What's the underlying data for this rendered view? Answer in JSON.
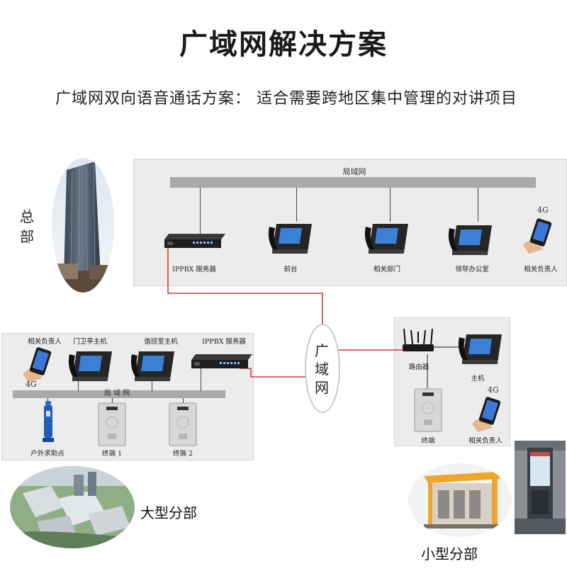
{
  "title": "广域网解决方案",
  "subtitle": "广域网双向语音通话方案： 适合需要跨地区集中管理的对讲项目",
  "wan": {
    "label": "广域网"
  },
  "hq": {
    "label": "总部",
    "lan_label": "局域网",
    "devices": {
      "ippbx": "IPPBX 服务器",
      "front_desk": "前台",
      "dept": "相关部门",
      "leader_office": "领导办公室",
      "responsible": "相关负责人",
      "net_4g": "4G"
    }
  },
  "large_branch": {
    "label": "大型分部",
    "lan_label": "局  域  网",
    "devices": {
      "responsible": "相关负责人",
      "net_4g": "4G",
      "gate_host": "门卫亭主机",
      "duty_host": "值班室主机",
      "ippbx": "IPPBX 服务器",
      "outdoor_point": "户外求助点",
      "terminal_1": "终端 1",
      "terminal_2": "终端 2"
    }
  },
  "small_branch": {
    "label": "小型分部",
    "devices": {
      "router": "路由器",
      "host": "主机",
      "net_4g": "4G",
      "terminal": "终端",
      "responsible": "相关负责人"
    }
  },
  "colors": {
    "wan_link": "#d23a3a",
    "panel": "#ececec",
    "bus": "#a9a9a9"
  }
}
